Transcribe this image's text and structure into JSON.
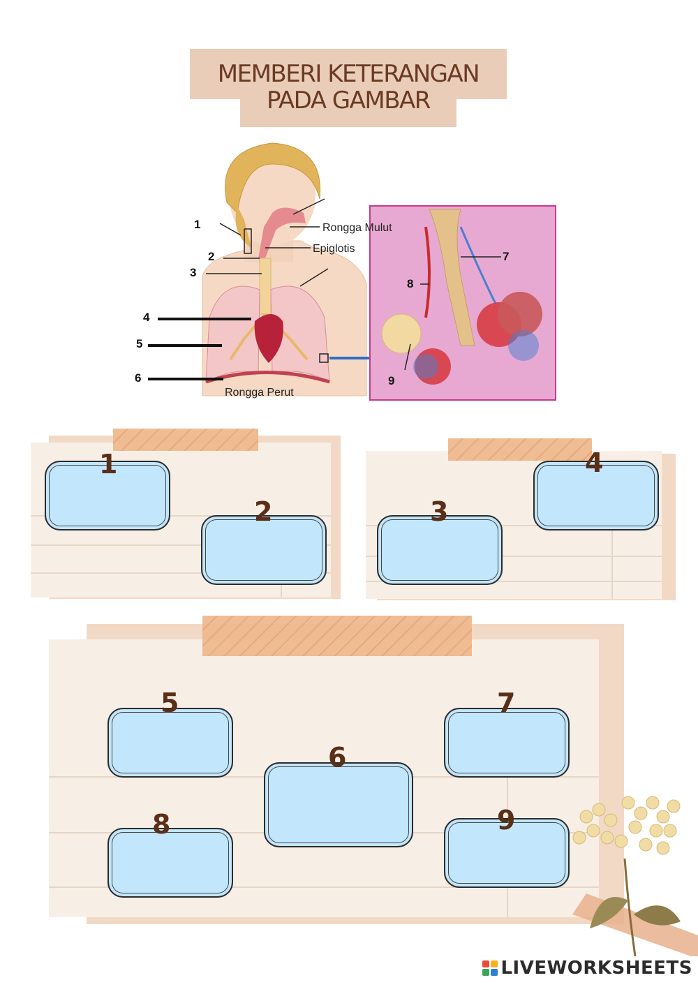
{
  "title": {
    "line1": "MEMBERI KETERANGAN",
    "line2": "PADA GAMBAR"
  },
  "diagram": {
    "labels": {
      "rongga_mulut": "Rongga Mulut",
      "epiglotis": "Epiglotis",
      "rongga_perut": "Rongga Perut"
    },
    "numbers": [
      "1",
      "2",
      "3",
      "4",
      "5",
      "6",
      "7",
      "8",
      "9"
    ]
  },
  "answers": [
    {
      "number": "1",
      "value": ""
    },
    {
      "number": "2",
      "value": ""
    },
    {
      "number": "3",
      "value": ""
    },
    {
      "number": "4",
      "value": ""
    },
    {
      "number": "5",
      "value": ""
    },
    {
      "number": "6",
      "value": ""
    },
    {
      "number": "7",
      "value": ""
    },
    {
      "number": "8",
      "value": ""
    },
    {
      "number": "9",
      "value": ""
    }
  ],
  "footer": {
    "brand": "LIVEWORKSHEETS"
  },
  "colors": {
    "title_bg": "#e9cdb8",
    "title_text": "#6b3a22",
    "answer_fill": "#c2e6fb",
    "paper": "#f7efe6",
    "tape": "#efb98e"
  }
}
